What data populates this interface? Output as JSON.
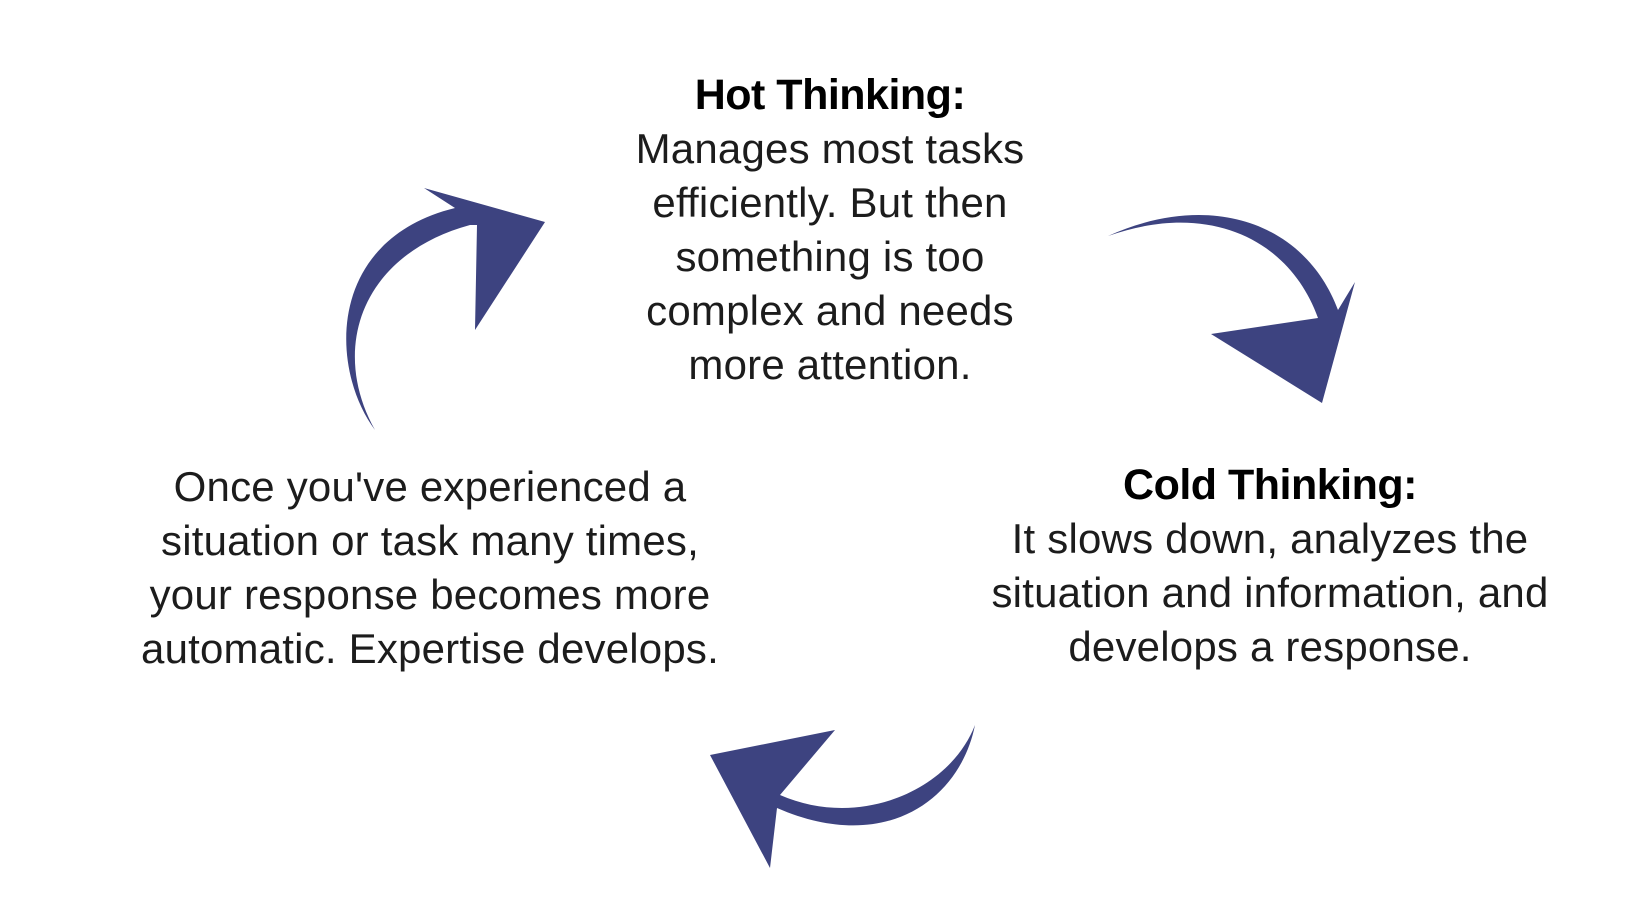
{
  "diagram": {
    "accent_color": "#3d4380",
    "hot_thinking": {
      "heading": "Hot Thinking:",
      "lines": [
        "Manages most tasks",
        "efficiently. But then",
        "something is too",
        "complex and needs",
        "more attention."
      ]
    },
    "cold_thinking": {
      "heading": "Cold Thinking:",
      "lines": [
        "It slows down, analyzes the",
        "situation and information, and",
        "develops a response."
      ]
    },
    "expertise": {
      "lines": [
        "Once you've experienced a",
        "situation or task many times,",
        "your response becomes more",
        "automatic. Expertise develops."
      ]
    },
    "arrows": [
      {
        "name": "hot-to-cold-arrow",
        "icon": "curved-arrow-right-down"
      },
      {
        "name": "cold-to-expertise-arrow",
        "icon": "curved-arrow-left-down"
      },
      {
        "name": "expertise-to-hot-arrow",
        "icon": "curved-arrow-up-right"
      }
    ]
  }
}
